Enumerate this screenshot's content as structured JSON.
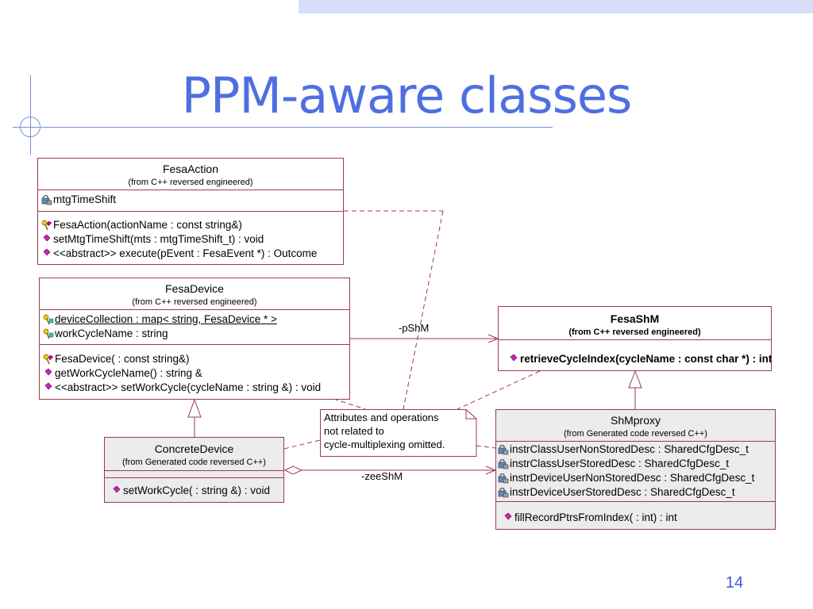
{
  "slide": {
    "title": "PPM-aware classes",
    "page_number": "14",
    "colors": {
      "title": "#4f6fe0",
      "uml_border": "#9c3a4d",
      "top_band": "#d6dff7",
      "grey_class": "#ececec"
    }
  },
  "fesa_action": {
    "name": "FesaAction",
    "from": "(from C++ reversed engineered)",
    "attributes": [
      {
        "icon": "protected-attribute-icon",
        "text": "mtgTimeShift"
      }
    ],
    "operations": [
      {
        "icon": "constructor-key-icon",
        "text": "FesaAction(actionName : const string&)"
      },
      {
        "icon": "public-operation-icon",
        "text": "setMtgTimeShift(mts : mtgTimeShift_t) : void"
      },
      {
        "icon": "public-operation-icon",
        "text": "<<abstract>> execute(pEvent : FesaEvent *) : Outcome"
      }
    ]
  },
  "fesa_device": {
    "name": "FesaDevice",
    "from": "(from C++ reversed engineered)",
    "attributes": [
      {
        "icon": "static-attribute-key-icon",
        "text": "deviceCollection : map< string, FesaDevice * >"
      },
      {
        "icon": "static-attribute-key-icon",
        "text": "workCycleName : string"
      }
    ],
    "operations": [
      {
        "icon": "constructor-key-icon",
        "text": "FesaDevice( : const string&)"
      },
      {
        "icon": "public-operation-icon",
        "text": "getWorkCycleName() : string &"
      },
      {
        "icon": "public-operation-icon",
        "text": "<<abstract>> setWorkCycle(cycleName : string &) : void"
      }
    ]
  },
  "fesa_shm": {
    "name": "FesaShM",
    "from": "(from C++ reversed engineered)",
    "operations": [
      {
        "icon": "public-operation-icon",
        "text": "retrieveCycleIndex(cycleName : const char *) : int"
      }
    ]
  },
  "concrete_device": {
    "name": "ConcreteDevice",
    "from": "(from Generated code reversed C++)",
    "operations": [
      {
        "icon": "public-operation-icon",
        "text": "setWorkCycle( : string &) : void"
      }
    ]
  },
  "shm_proxy": {
    "name": "ShMproxy",
    "from": "(from Generated code reversed C++)",
    "attributes": [
      {
        "icon": "protected-attribute-icon",
        "text": "instrClassUserNonStoredDesc : SharedCfgDesc_t"
      },
      {
        "icon": "protected-attribute-icon",
        "text": "instrClassUserStoredDesc : SharedCfgDesc_t"
      },
      {
        "icon": "protected-attribute-icon",
        "text": "instrDeviceUserNonStoredDesc : SharedCfgDesc_t"
      },
      {
        "icon": "protected-attribute-icon",
        "text": "instrDeviceUserStoredDesc : SharedCfgDesc_t"
      }
    ],
    "operations": [
      {
        "icon": "public-operation-icon",
        "text": "fillRecordPtrsFromIndex( : int) : int"
      }
    ]
  },
  "note": {
    "lines": [
      "Attributes and operations",
      "not related to",
      "cycle-multiplexing omitted."
    ]
  },
  "associations": {
    "pshm_label": "-pShM",
    "zeeshm_label": "-zeeShM"
  }
}
